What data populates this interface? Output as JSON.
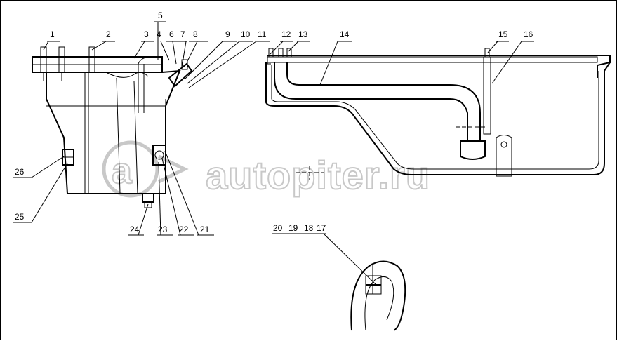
{
  "watermark": "autopiter.ru",
  "callouts": [
    "1",
    "2",
    "3",
    "4",
    "5",
    "6",
    "7",
    "8",
    "9",
    "10",
    "11",
    "12",
    "13",
    "14",
    "15",
    "16",
    "17",
    "18",
    "19",
    "20",
    "21",
    "22",
    "23",
    "24",
    "25",
    "26"
  ],
  "colors": {
    "line": "#000000",
    "watermark": "#c8c8c8",
    "background": "#ffffff"
  }
}
